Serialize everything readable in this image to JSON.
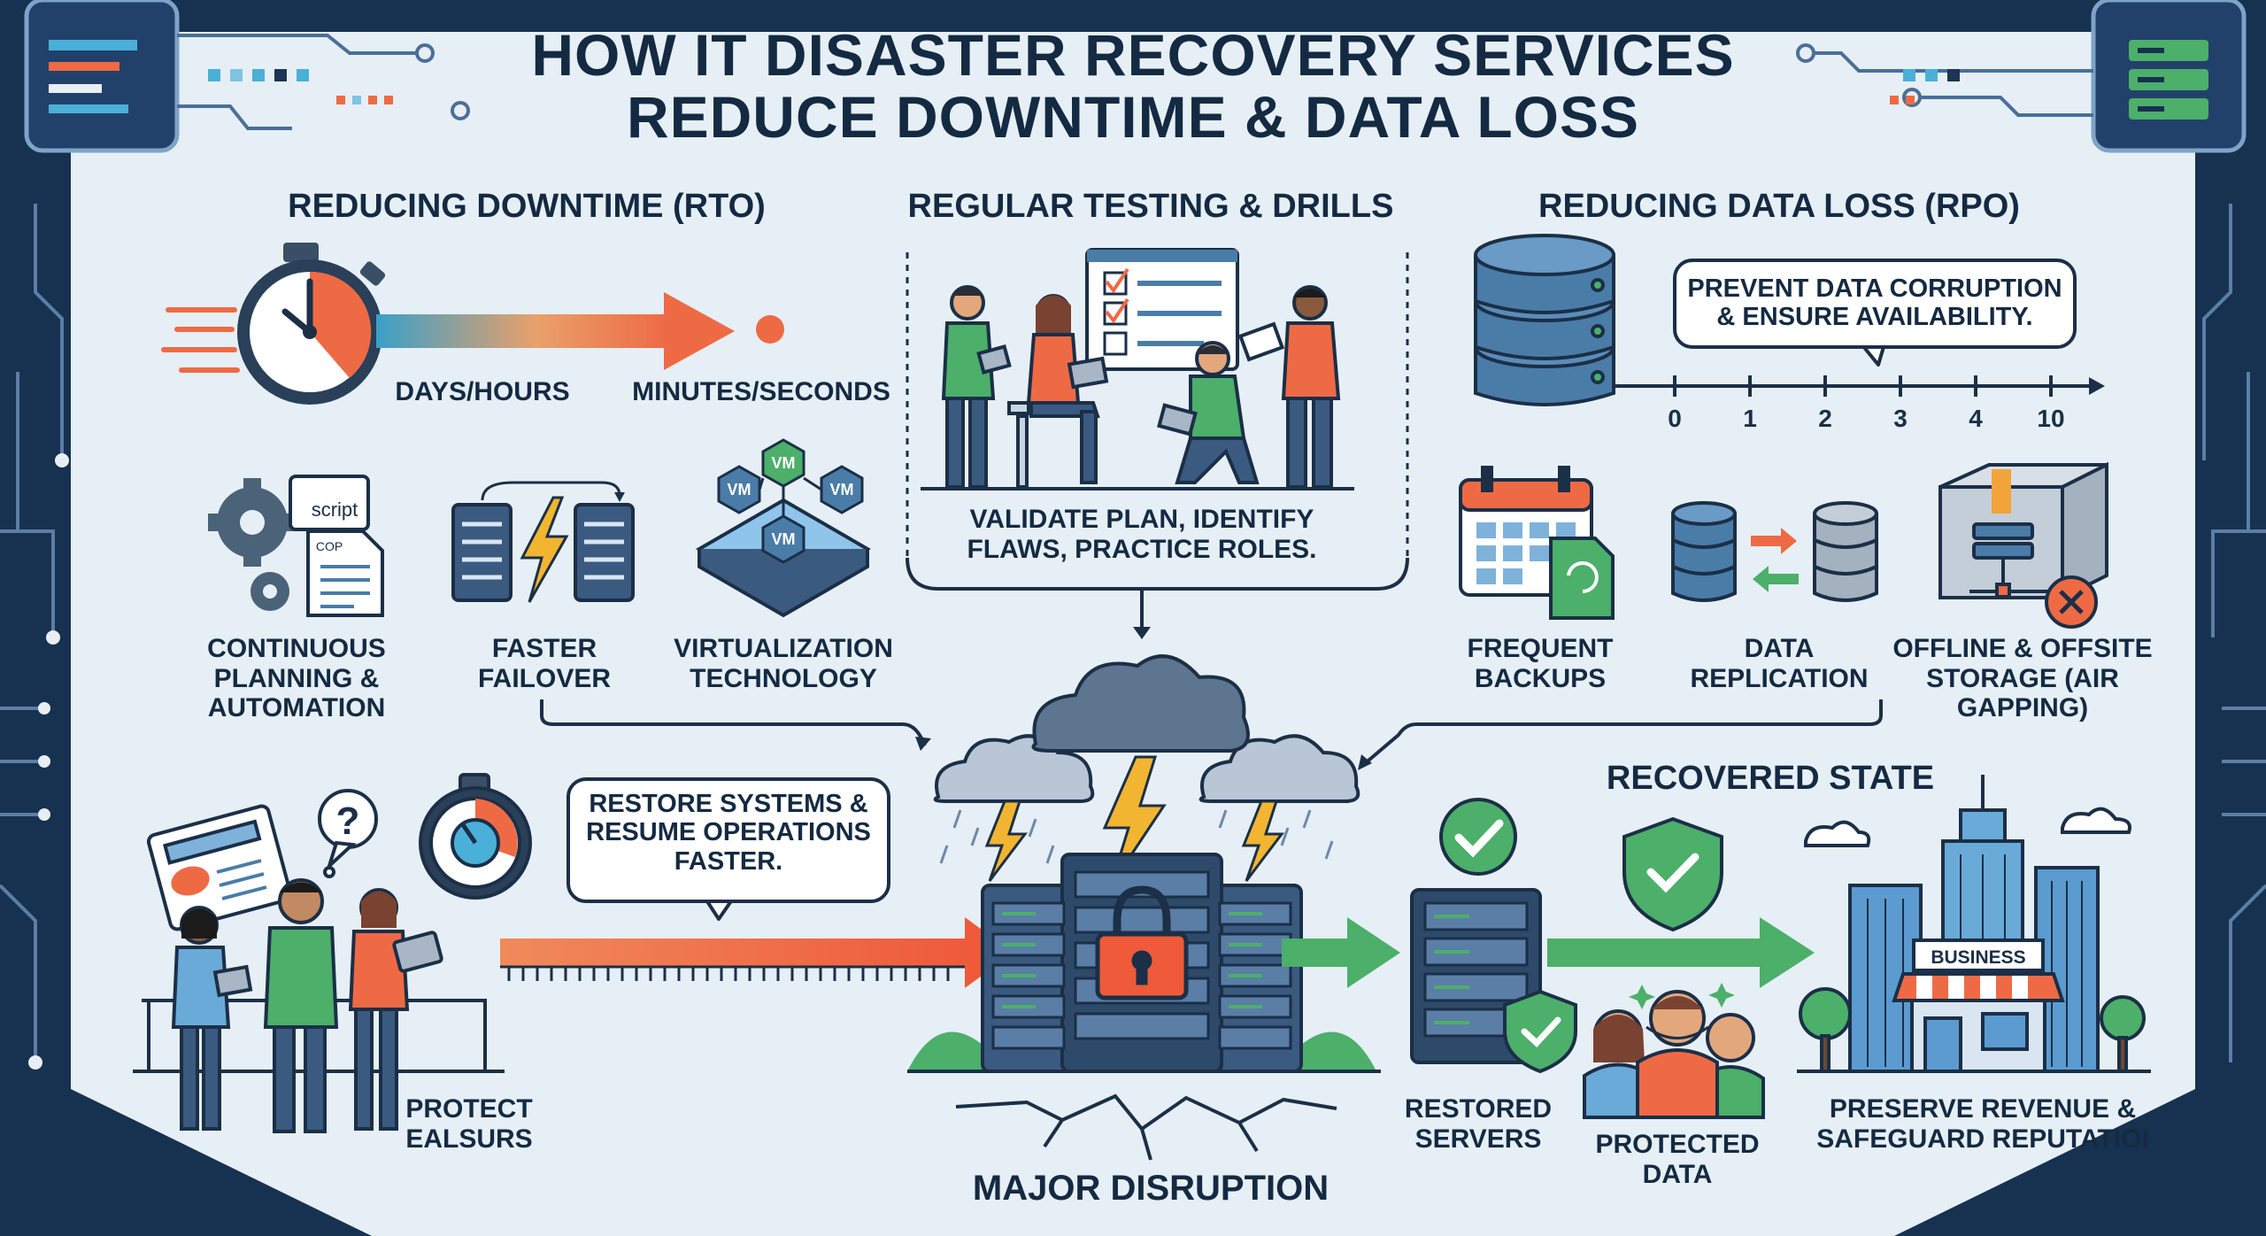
{
  "title": {
    "line1": "HOW IT DISASTER RECOVERY SERVICES",
    "line2": "REDUCE DOWNTIME & DATA LOSS"
  },
  "sections": {
    "rto": "REDUCING DOWNTIME (RTO)",
    "testing": "REGULAR TESTING & DRILLS",
    "rpo": "REDUCING DATA LOSS (RPO)"
  },
  "rto": {
    "from_label": "DAYS/HOURS",
    "to_label": "MINUTES/SECONDS",
    "items": [
      {
        "label": "CONTINUOUS PLANNING & AUTOMATION",
        "icon": "gear-script-icon"
      },
      {
        "label": "FASTER FAILOVER",
        "icon": "failover-servers-icon"
      },
      {
        "label": "VIRTUALIZATION TECHNOLOGY",
        "icon": "vm-cluster-icon"
      }
    ],
    "script_tag": "script",
    "doc_tag": "cop",
    "vm_tag": "VM"
  },
  "testing": {
    "caption": "VALIDATE PLAN, IDENTIFY FLAWS, PRACTICE ROLES."
  },
  "rpo": {
    "bubble": "PREVENT DATA CORRUPTION & ENSURE AVAILABILITY.",
    "timeline_ticks": [
      "0",
      "1",
      "2",
      "3",
      "4",
      "10"
    ],
    "items": [
      {
        "label": "FREQUENT BACKUPS",
        "icon": "calendar-backup-icon"
      },
      {
        "label": "DATA REPLICATION",
        "icon": "database-replication-icon"
      },
      {
        "label": "OFFLINE & OFFSITE STORAGE (AIR GAPPING)",
        "icon": "offsite-box-icon"
      }
    ]
  },
  "bottom": {
    "restore_bubble": "RESTORE SYSTEMS & RESUME OPERATIONS FASTER.",
    "protect_label": "PROTECT EALSURS",
    "disruption_label": "MAJOR DISRUPTION",
    "recovered_label": "RECOVERED STATE",
    "restored_servers": "RESTORED SERVERS",
    "protected_data": "PROTECTED DATA",
    "preserve_label": "PRESERVE REVENUE & SAFEGUARD REPUTATIOI",
    "business_sign": "BUSINESS"
  },
  "colors": {
    "background": "#e6eff5",
    "frame": "#1c3552",
    "orange": "#ee6a45",
    "green": "#4caf6a",
    "blue": "#4a7ca8",
    "navy": "#1b2f47"
  }
}
